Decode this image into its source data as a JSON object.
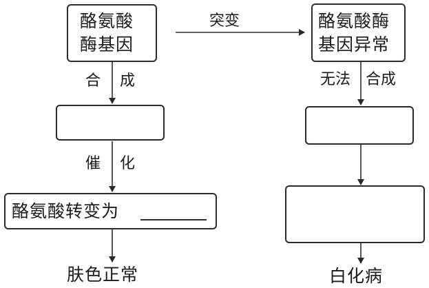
{
  "left_chain": {
    "gene_box": {
      "line1": "酪氨酸",
      "line2": "酶基因"
    },
    "step1_label": {
      "a": "合",
      "b": "成"
    },
    "step2_label": {
      "a": "催",
      "b": "化"
    },
    "conversion_text": "酪氨酸转变为",
    "outcome": "肤色正常"
  },
  "mutation_label": "突变",
  "right_chain": {
    "gene_box": {
      "line1": "酪氨酸酶",
      "line2": "基因异常"
    },
    "step1_label": {
      "a": "无法",
      "b": "合成"
    },
    "outcome": "白化病"
  }
}
